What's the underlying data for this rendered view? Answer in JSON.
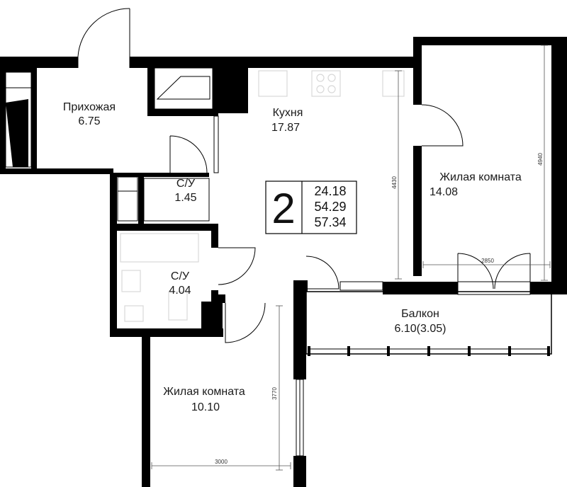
{
  "rooms": [
    {
      "name": "Прихожая",
      "area": "6.75"
    },
    {
      "name": "Кухня",
      "area": "17.87"
    },
    {
      "name": "С/У",
      "area": "1.45"
    },
    {
      "name": "С/У",
      "area": "4.04"
    },
    {
      "name": "Жилая комната",
      "area": "14.08"
    },
    {
      "name": "Балкон",
      "area": "6.10(3.05)"
    },
    {
      "name": "Жилая комната",
      "area": "10.10"
    }
  ],
  "apartment": {
    "rooms_count": "2",
    "living_area": "24.18",
    "total_area": "54.29",
    "total_with_balcony": "57.34"
  },
  "dimensions": {
    "kitchen_depth": "4430",
    "bedroom1_depth": "4940",
    "bedroom1_width": "2850",
    "bedroom2_depth": "3770",
    "bedroom2_width": "3000"
  }
}
